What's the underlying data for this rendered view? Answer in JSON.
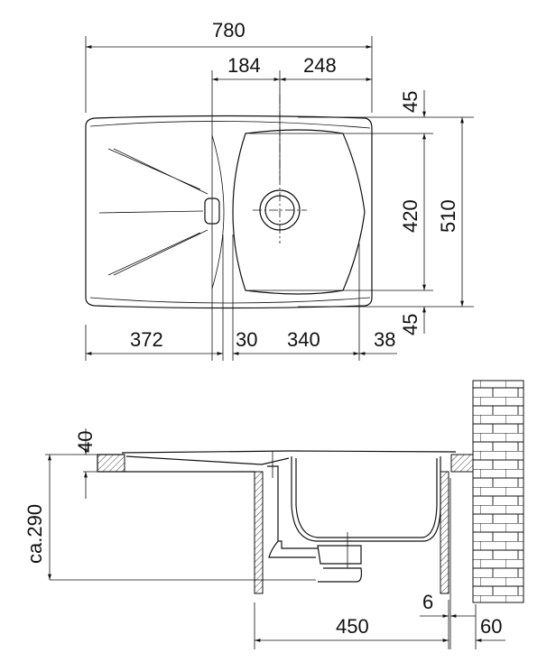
{
  "top_view": {
    "overall_width": "780",
    "left_offset": "184",
    "right_offset": "248",
    "top_margin": "45",
    "bowl_depth": "420",
    "overall_depth": "510",
    "bottom_margin": "45",
    "drainer_width": "372",
    "gap": "30",
    "bowl_width": "340",
    "right_rim": "38"
  },
  "side_view": {
    "worktop": "40",
    "height": "ca.290",
    "cabinet_depth": "450",
    "panel": "6",
    "wall_gap": "60"
  }
}
